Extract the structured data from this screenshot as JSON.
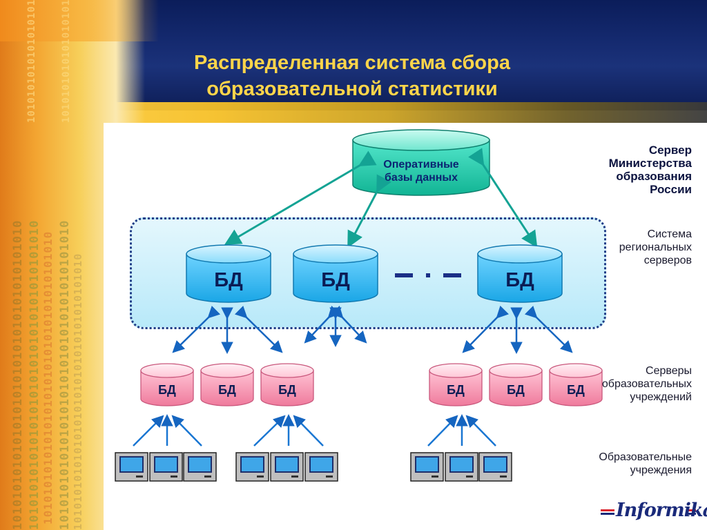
{
  "slide": {
    "title_line1": "Распределенная система сбора",
    "title_line2": "образовательной статистики"
  },
  "top_db": {
    "label_line1": "Оперативные",
    "label_line2": "базы данных"
  },
  "regional_servers": {
    "label": "БД",
    "items": [
      "БД",
      "БД",
      "БД"
    ]
  },
  "institution_servers": {
    "items": [
      "БД",
      "БД",
      "БД",
      "БД",
      "БД",
      "БД"
    ]
  },
  "side_labels": {
    "ministry": [
      "Сервер",
      "Министерства",
      "образования",
      "России"
    ],
    "regional": [
      "Система",
      "региональных",
      "серверов"
    ],
    "institution_servers": [
      "Серверы",
      "образовательных",
      "учреждений"
    ],
    "institutions": [
      "Образовательные",
      "учреждения"
    ]
  },
  "logo": {
    "text": "Informika"
  },
  "colors": {
    "title": "#ffd54a",
    "top_db": "#1ec8a8",
    "regional_db": "#29b6f0",
    "institution_db": "#f59ab5",
    "arrow_teal": "#14a394",
    "arrow_blue": "#1565c0"
  },
  "decor": {
    "binary_strip": "1010101010101010101010101010101010101010"
  }
}
